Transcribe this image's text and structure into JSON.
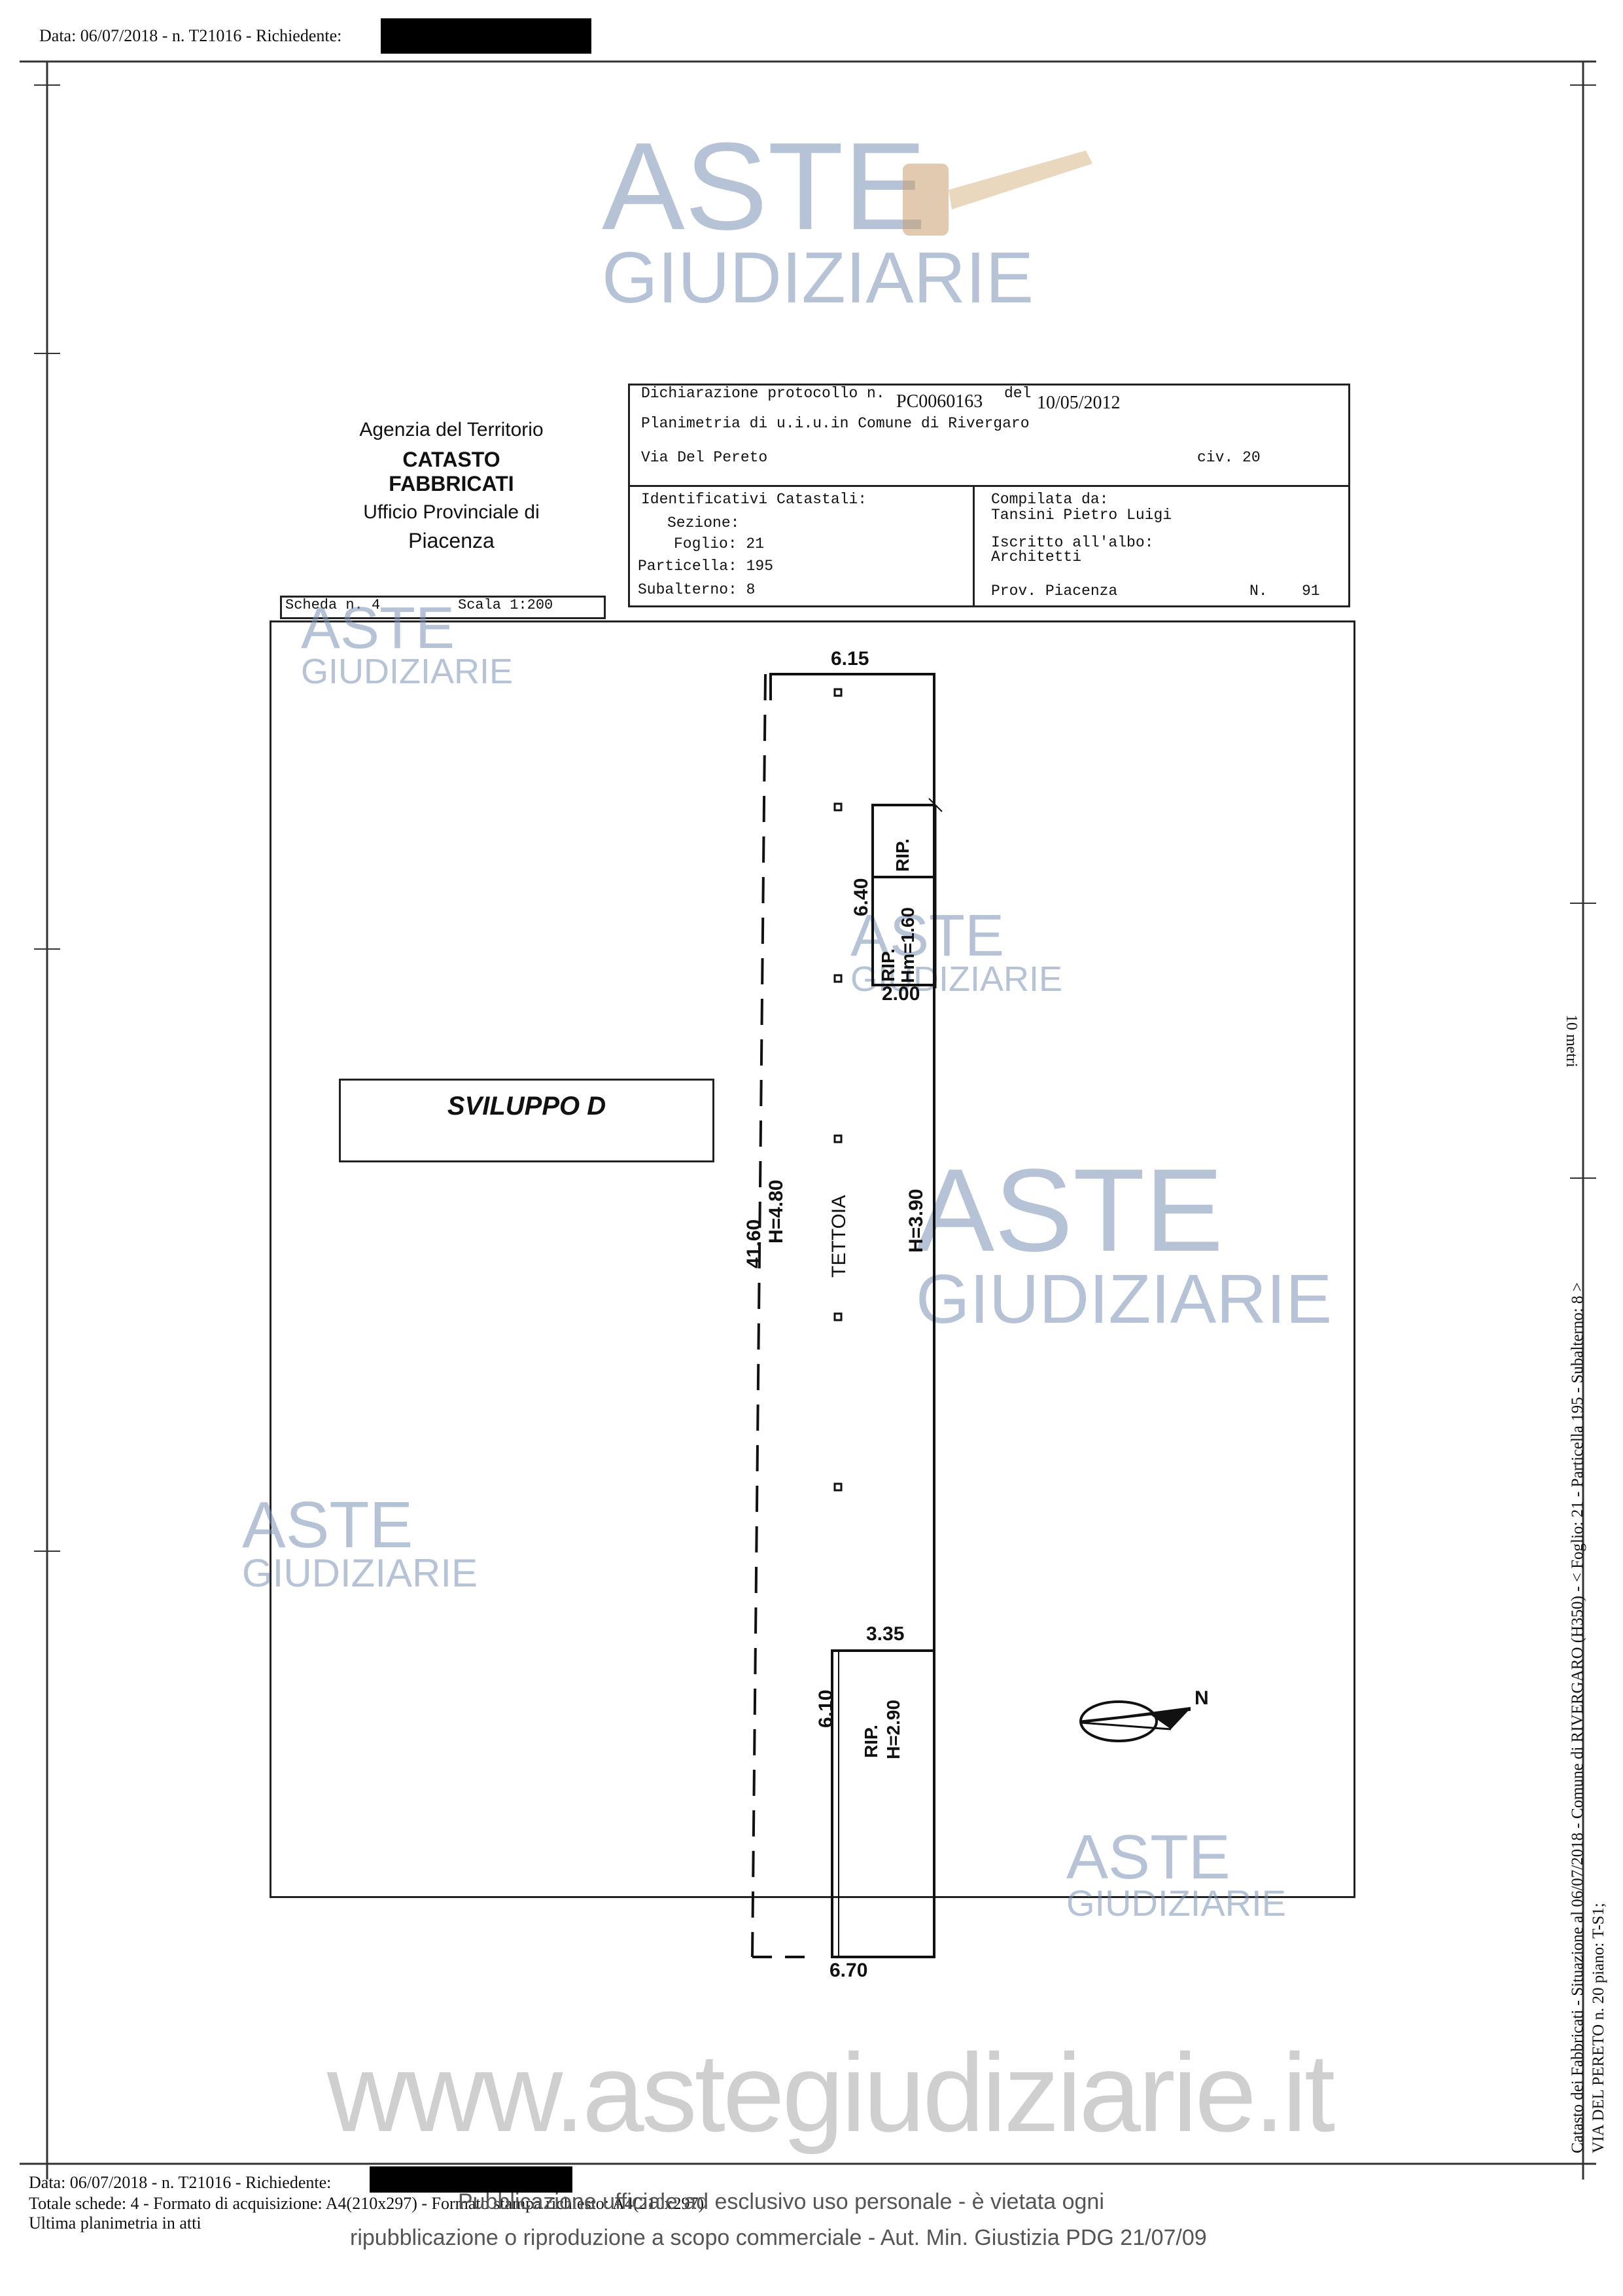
{
  "top_header": {
    "text": "Data: 06/07/2018 - n. T21016 - Richiedente:"
  },
  "watermark": {
    "line1": "ASTE",
    "line2": "GIUDIZIARIE",
    "url": "www.astegiudiziarie.it"
  },
  "agency": {
    "line1": "Agenzia del Territorio",
    "line2": "CATASTO FABBRICATI",
    "line3": "Ufficio Provinciale di",
    "line4": "Piacenza"
  },
  "declaration": {
    "label": "Dichiarazione protocollo n.",
    "number": "PC0060163",
    "del_label": "del",
    "date": "10/05/2012",
    "plan": "Planimetria di u.i.u.in Comune di Rivergaro",
    "street": "Via Del Pereto",
    "civ": "civ. 20"
  },
  "identifiers": {
    "title": "Identificativi Catastali:",
    "sezione": "Sezione:",
    "foglio": "Foglio: 21",
    "particella": "Particella: 195",
    "subalterno": "Subalterno: 8"
  },
  "compiler": {
    "title": "Compilata da:",
    "name": "Tansini Pietro Luigi",
    "albo_label": "Iscritto all'albo:",
    "albo": "Architetti",
    "prov": "Prov. Piacenza",
    "n_label": "N.",
    "n_value": "91"
  },
  "sheet": {
    "scheda": "Scheda n. 4",
    "scala": "Scala 1:200"
  },
  "plan": {
    "title": "SVILUPPO D",
    "dims": {
      "top_width": "6.15",
      "rip_height": "6.40",
      "rip_width": "2.00",
      "total_length": "41.60",
      "h_left": "H=4.80",
      "h_right": "H=3.90",
      "bottom_rip_width": "3.35",
      "bottom_rip_height": "6.10",
      "bottom_width": "6.70"
    },
    "labels": {
      "tettoia": "TETTOIA",
      "rip": "RIP.",
      "rip_hm": "RIP.",
      "hm": "Hm=1.60",
      "rip_bottom": "RIP.",
      "h_bottom": "H=2.90",
      "north": "N"
    }
  },
  "side_text": {
    "line1": "Catasto dei Fabbricati - Situazione al 06/07/2018 - Comune di RIVERGARO (H350) - < Foglio: 21 - Particella 195 - Subalterno: 8 >",
    "line2": "VIA DEL PERETO n. 20 piano: T-S1;",
    "scale_label": "10 metri"
  },
  "footer": {
    "line1": "Data: 06/07/2018 - n. T21016 - Richiedente:",
    "line2": "Totale schede: 4 - Formato di acquisizione: A4(210x297) - Formato stampa richiesto: A4(210x297)",
    "line3": "Ultima planimetria in atti",
    "notice1": "Pubblicazione ufficiale ad esclusivo uso personale - è vietata ogni",
    "notice2": "ripubblicazione o riproduzione a scopo commerciale - Aut. Min. Giustizia PDG 21/07/09"
  }
}
